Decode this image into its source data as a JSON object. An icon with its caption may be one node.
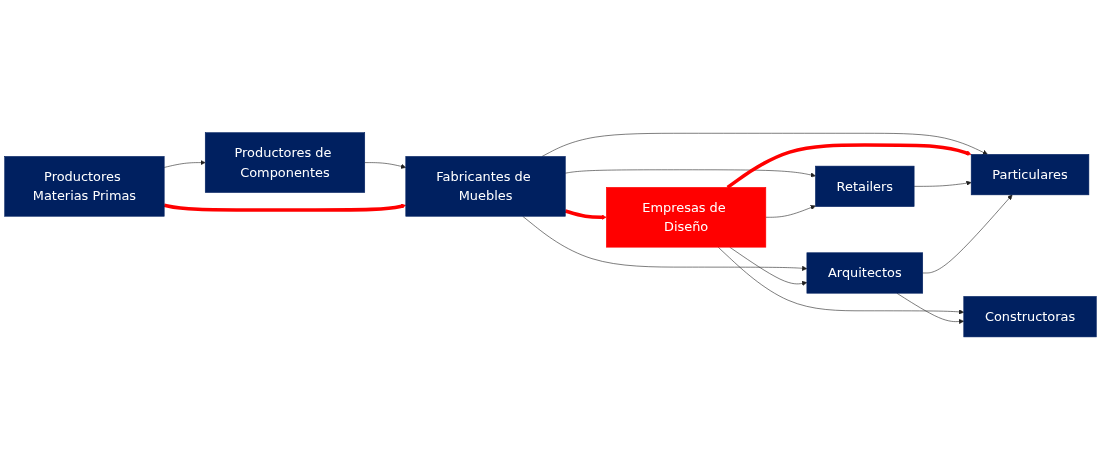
{
  "diagram": {
    "nodes": [
      {
        "text": [
          "Productores de Componentes"
        ]
      },
      {
        "text": [
          "Productores Materias Primas"
        ]
      },
      {
        "text": [
          "Fabricantes de Muebles"
        ]
      },
      {
        "text": [
          "Retailers"
        ]
      },
      {
        "text": [
          "Empresas de Diseño"
        ]
      },
      {
        "text": [
          "Arquitectos"
        ]
      },
      {
        "text": [
          "Particulares"
        ]
      },
      {
        "text": [
          "Constructoras"
        ]
      }
    ],
    "edges": [
      {
        "from": 1,
        "to": 0,
        "arrow": "to"
      },
      {
        "from": 0,
        "to": 2,
        "arrow": "to"
      },
      {
        "from": 1,
        "to": 2,
        "arrow": "to",
        "style": "thick",
        "color": "#ff0000"
      },
      {
        "from": 2,
        "to": 3,
        "arrow": "to"
      },
      {
        "from": 2,
        "to": 4,
        "arrow": "to",
        "style": "thick",
        "color": "#ff0000"
      },
      {
        "from": 2,
        "to": 5,
        "arrow": "to"
      },
      {
        "from": 2,
        "to": 6,
        "arrow": "to"
      },
      {
        "from": 4,
        "to": 3,
        "arrow": "to"
      },
      {
        "from": 4,
        "to": 5,
        "arrow": "to"
      },
      {
        "from": 4,
        "to": 6,
        "arrow": "to",
        "style": "thick",
        "color": "#ff0000"
      },
      {
        "from": 4,
        "to": 7,
        "arrow": "to"
      },
      {
        "from": 3,
        "to": 6,
        "arrow": "to"
      },
      {
        "from": 5,
        "to": 6,
        "arrow": "to"
      },
      {
        "from": 5,
        "to": 7,
        "arrow": "to"
      }
    ]
  }
}
